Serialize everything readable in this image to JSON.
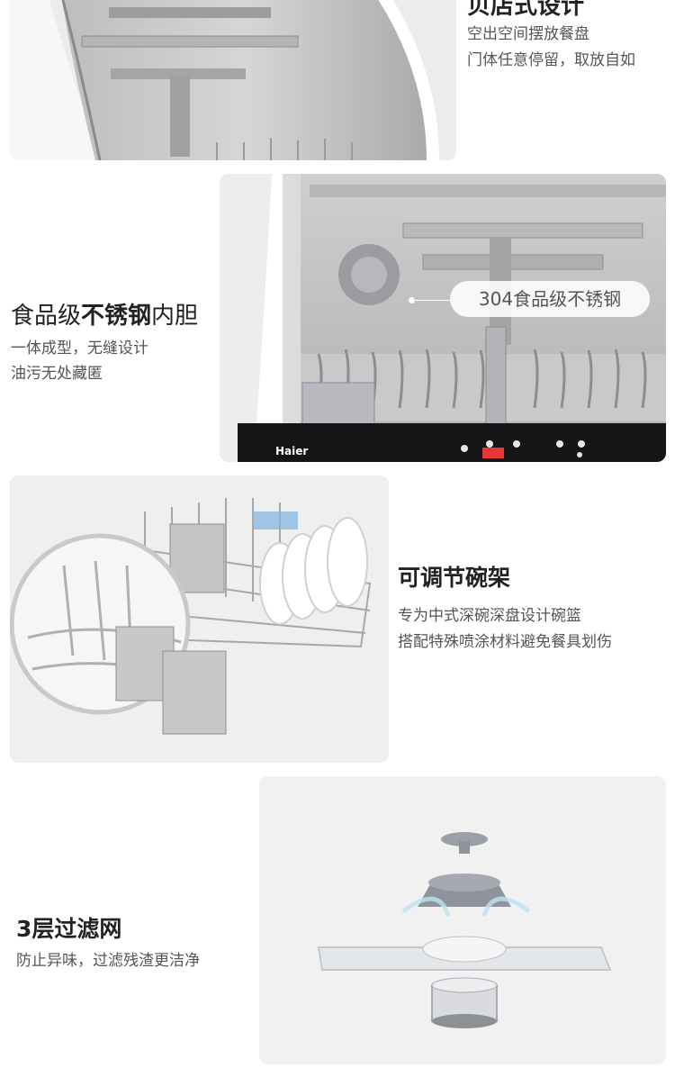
{
  "section1": {
    "title": "贝店式设计",
    "line1": "空出空间摆放餐盘",
    "line2": "门体任意停留，取放自如"
  },
  "section2": {
    "title_pre": "食品级",
    "title_bold": "不锈钢",
    "title_post": "内胆",
    "line1": "一体成型，无缝设计",
    "line2": "油污无处藏匿",
    "callout": "304食品级不锈钢",
    "brand": "Haier"
  },
  "section3": {
    "title": "可调节碗架",
    "line1": "专为中式深碗深盘设计碗篮",
    "line2": "搭配特殊喷涂材料避免餐具划伤"
  },
  "section4": {
    "title": "3层过滤网",
    "line1": "防止异味，过滤残渣更洁净"
  },
  "colors": {
    "title_text": "#222222",
    "body_text": "#555555",
    "panel_bg": "#ededed"
  }
}
